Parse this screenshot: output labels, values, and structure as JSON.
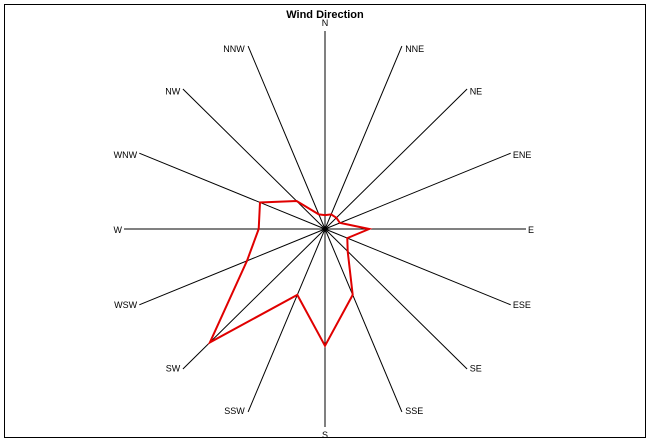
{
  "chart_data": {
    "type": "radar",
    "title": "Wind Direction",
    "directions": [
      "N",
      "NNE",
      "NE",
      "ENE",
      "E",
      "ESE",
      "SE",
      "SSE",
      "S",
      "SSW",
      "SW",
      "WSW",
      "W",
      "WNW",
      "NW",
      "NNW"
    ],
    "series": [
      {
        "values": [
          7,
          8,
          8,
          8,
          22,
          12,
          16,
          36,
          59,
          36,
          81,
          42,
          33,
          35,
          20,
          8
        ]
      }
    ],
    "rlim": [
      0,
      100
    ],
    "grid": false,
    "legend": "none"
  },
  "colors": {
    "series": "#e00000",
    "spokes": "#000000",
    "frame": "#000000",
    "background": "#ffffff"
  }
}
